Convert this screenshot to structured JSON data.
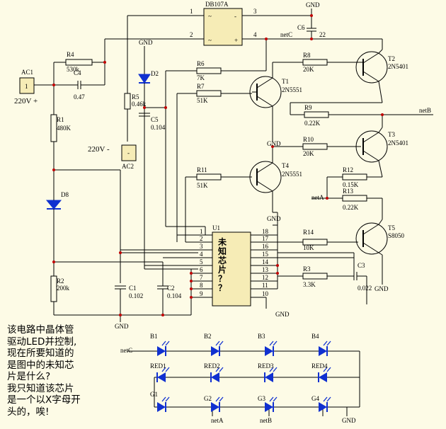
{
  "parts": {
    "bridge": "DB107A",
    "bridge_pins": [
      "1",
      "2",
      "3",
      "4"
    ],
    "bridge_syms": [
      "~",
      "~",
      "-",
      "+"
    ],
    "ac1": "AC1",
    "ac1_pin": "1",
    "ac1_volt": "220V +",
    "ac2": "AC2",
    "ac2_pin": "-",
    "ac2_volt": "220V -",
    "r4": "R4",
    "r4_v": "530k",
    "c4": "C4",
    "c4_v": "0.47",
    "r1": "R1",
    "r1_v": "480K",
    "d8": "D8",
    "r2": "R2",
    "r2_v": "200k",
    "c1": "C1",
    "c1_v": "0.102",
    "c2": "C2",
    "c2_v": "0.104",
    "r5": "R5",
    "r5_v": "0.46k",
    "c5": "C5",
    "c5_v": "0.104",
    "d2": "D2",
    "c6": "C6",
    "c6_v": "22",
    "r6": "R6",
    "r6_v": "7K",
    "r7": "R7",
    "r7_v": "51K",
    "r8": "R8",
    "r8_v": "20K",
    "r9": "R9",
    "r9_v": "0.22K",
    "r10": "R10",
    "r10_v": "20K",
    "r11": "R11",
    "r11_v": "51K",
    "r12": "R12",
    "r12_v": "0.15K",
    "r13": "R13",
    "r13_v": "0.22K",
    "r14": "R14",
    "r14_v": "10K",
    "r3": "R3",
    "r3_v": "3.3K",
    "c3": "C3",
    "c3_v": "0.022",
    "t1": "T1",
    "t1_m": "2N5551",
    "t2": "T2",
    "t2_m": "2N5401",
    "t3": "T3",
    "t3_m": "2N5401",
    "t4": "T4",
    "t4_m": "2N5551",
    "t5": "T5",
    "t5_m": "S8050",
    "u1": "U1",
    "u1_name": [
      "未",
      "知",
      "芯",
      "片",
      "？",
      "？"
    ],
    "u1_pins_left": [
      "1",
      "2",
      "3",
      "4",
      "5",
      "6",
      "7",
      "8",
      "9"
    ],
    "u1_pins_right": [
      "18",
      "17",
      "16",
      "15",
      "14",
      "13",
      "12",
      "11",
      "10"
    ]
  },
  "nets": {
    "netC": "netC",
    "netB": "netB",
    "netA": "netA",
    "gnd": "GND"
  },
  "leds": {
    "row1": [
      "B1",
      "B2",
      "B3",
      "B4"
    ],
    "row2": [
      "RED1",
      "RED2",
      "RED3",
      "RED4"
    ],
    "row3": [
      "G1",
      "G2",
      "G3",
      "G4"
    ]
  },
  "note": [
    "该电路中晶体管",
    "驱动LED并控制,",
    "现在所要知道的",
    "是图中的未知芯",
    "片是什么?",
    "我只知道该芯片",
    "是一个以X字母开",
    "头的，唉!"
  ]
}
